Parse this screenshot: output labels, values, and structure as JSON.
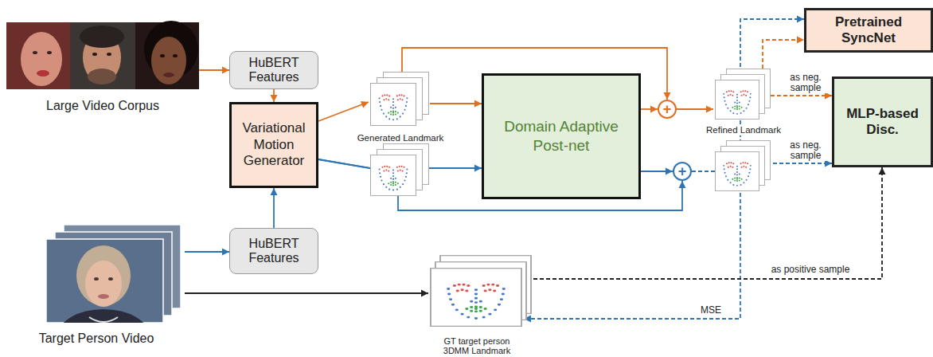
{
  "diagram": {
    "nodes": [
      {
        "text": [
          "Large Video Corpus"
        ]
      },
      {
        "text": [
          "HuBERT Features"
        ]
      },
      {
        "text": [
          "Variational Motion Generator"
        ]
      },
      {
        "text": [
          "Generated Landmark"
        ]
      },
      {
        "text": [
          "Domain Adaptive Post-net"
        ]
      },
      {
        "text": [
          "+"
        ]
      },
      {
        "text": [
          "Refined Landmark"
        ]
      },
      {
        "text": [
          "Pretrained SyncNet"
        ]
      },
      {
        "text": [
          "MLP-based Disc."
        ]
      },
      {
        "text": [
          "+"
        ]
      },
      {
        "text": [
          "Target Person Video"
        ]
      },
      {
        "text": [
          "HuBERT Features"
        ]
      },
      {
        "text": [
          "GT target person 3DMM Landmark"
        ]
      }
    ],
    "edges": [
      {
        "from": 0,
        "to": 1,
        "arrow": "to"
      },
      {
        "from": 1,
        "to": 2,
        "arrow": "to"
      },
      {
        "from": 10,
        "to": 11,
        "arrow": "to"
      },
      {
        "from": 11,
        "to": 2,
        "arrow": "to"
      },
      {
        "from": 2,
        "to": 3,
        "arrow": "to"
      },
      {
        "from": 3,
        "to": 4,
        "arrow": "to"
      },
      {
        "from": 3,
        "to": 5,
        "arrow": "to"
      },
      {
        "from": 4,
        "to": 5,
        "arrow": "to"
      },
      {
        "from": 5,
        "to": 6,
        "arrow": "to"
      },
      {
        "from": 6,
        "to": 7,
        "arrow": "to"
      },
      {
        "from": 6,
        "to": 8,
        "label": "as neg. sample",
        "arrow": "to"
      },
      {
        "from": 2,
        "to": 4,
        "arrow": "to"
      },
      {
        "from": 2,
        "to": 9,
        "arrow": "to"
      },
      {
        "from": 4,
        "to": 9,
        "arrow": "to"
      },
      {
        "from": 9,
        "to": 8,
        "label": "as neg. sample",
        "arrow": "to"
      },
      {
        "from": 9,
        "to": 7,
        "arrow": "to"
      },
      {
        "from": 9,
        "to": 12,
        "label": "MSE",
        "arrow": "to"
      },
      {
        "from": 10,
        "to": 12,
        "arrow": "to"
      },
      {
        "from": 12,
        "to": 8,
        "label": "as positive sample",
        "arrow": "to"
      }
    ]
  }
}
